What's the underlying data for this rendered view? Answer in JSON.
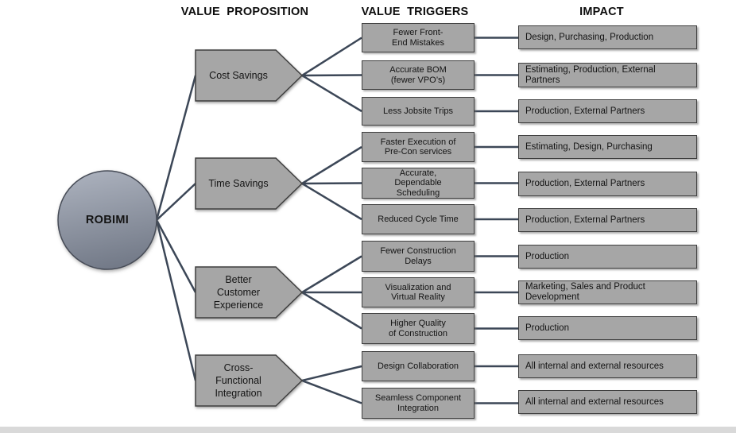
{
  "headers": {
    "value_proposition": "VALUE  PROPOSITION",
    "value_triggers": "VALUE  TRIGGERS",
    "impact": "IMPACT"
  },
  "root": {
    "label": "ROBIMI"
  },
  "propositions": [
    {
      "label": "Cost Savings"
    },
    {
      "label": "Time Savings"
    },
    {
      "label": "Better\nCustomer\nExperience"
    },
    {
      "label": "Cross-\nFunctional\nIntegration"
    }
  ],
  "rows": [
    {
      "proposition": "Cost Savings",
      "trigger": "Fewer Front-\nEnd Mistakes",
      "impact": "Design, Purchasing, Production"
    },
    {
      "proposition": "Cost Savings",
      "trigger": "Accurate BOM\n(fewer VPO’s)",
      "impact": "Estimating, Production, External\nPartners"
    },
    {
      "proposition": "Cost Savings",
      "trigger": "Less Jobsite Trips",
      "impact": "Production, External Partners"
    },
    {
      "proposition": "Time Savings",
      "trigger": "Faster Execution of\nPre-Con services",
      "impact": "Estimating, Design, Purchasing"
    },
    {
      "proposition": "Time Savings",
      "trigger": "Accurate,\nDependable\nScheduling",
      "impact": "Production, External Partners"
    },
    {
      "proposition": "Time Savings",
      "trigger": "Reduced Cycle Time",
      "impact": "Production, External Partners"
    },
    {
      "proposition": "Better Customer Experience",
      "trigger": "Fewer Construction\nDelays",
      "impact": "Production"
    },
    {
      "proposition": "Better Customer Experience",
      "trigger": "Visualization and\nVirtual Reality",
      "impact": "Marketing, Sales and Product\nDevelopment"
    },
    {
      "proposition": "Better Customer Experience",
      "trigger": "Higher Quality\nof Construction",
      "impact": "Production"
    },
    {
      "proposition": "Cross-Functional Integration",
      "trigger": "Design Collaboration",
      "impact": "All internal and external resources"
    },
    {
      "proposition": "Cross-Functional Integration",
      "trigger": "Seamless Component\nIntegration",
      "impact": "All internal and external resources"
    }
  ],
  "colors": {
    "background": "#ffffff",
    "text": "#141414",
    "box_fill": "#a6a6a6",
    "box_border": "#3f3f3f",
    "connector": "#3c4757",
    "circle_top": "#abb1bd",
    "circle_bottom": "#737a88",
    "bottom_bar": "#d9d9d9"
  }
}
